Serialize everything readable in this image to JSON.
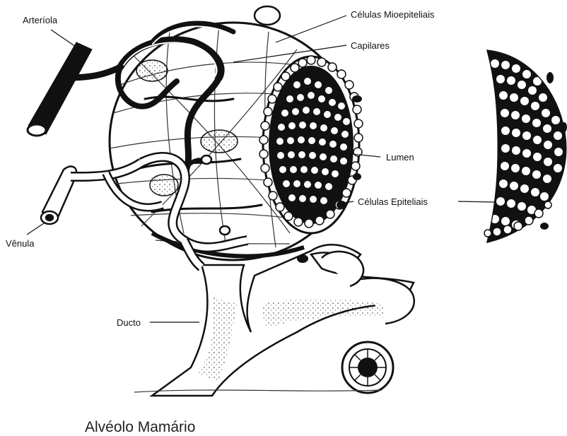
{
  "caption": "Alvéolo Mamário",
  "labels": {
    "arteriola": "Arteríola",
    "venula": "Vênula",
    "ducto": "Ducto",
    "celulas_mioepiteliais": "Células Mioepiteliais",
    "capilares": "Capilares",
    "lumen": "Lumen",
    "celulas_epiteliais": "Células Epiteliais"
  },
  "colors": {
    "ink": "#111111",
    "paper": "#ffffff",
    "shade": "#d8d8d8"
  }
}
